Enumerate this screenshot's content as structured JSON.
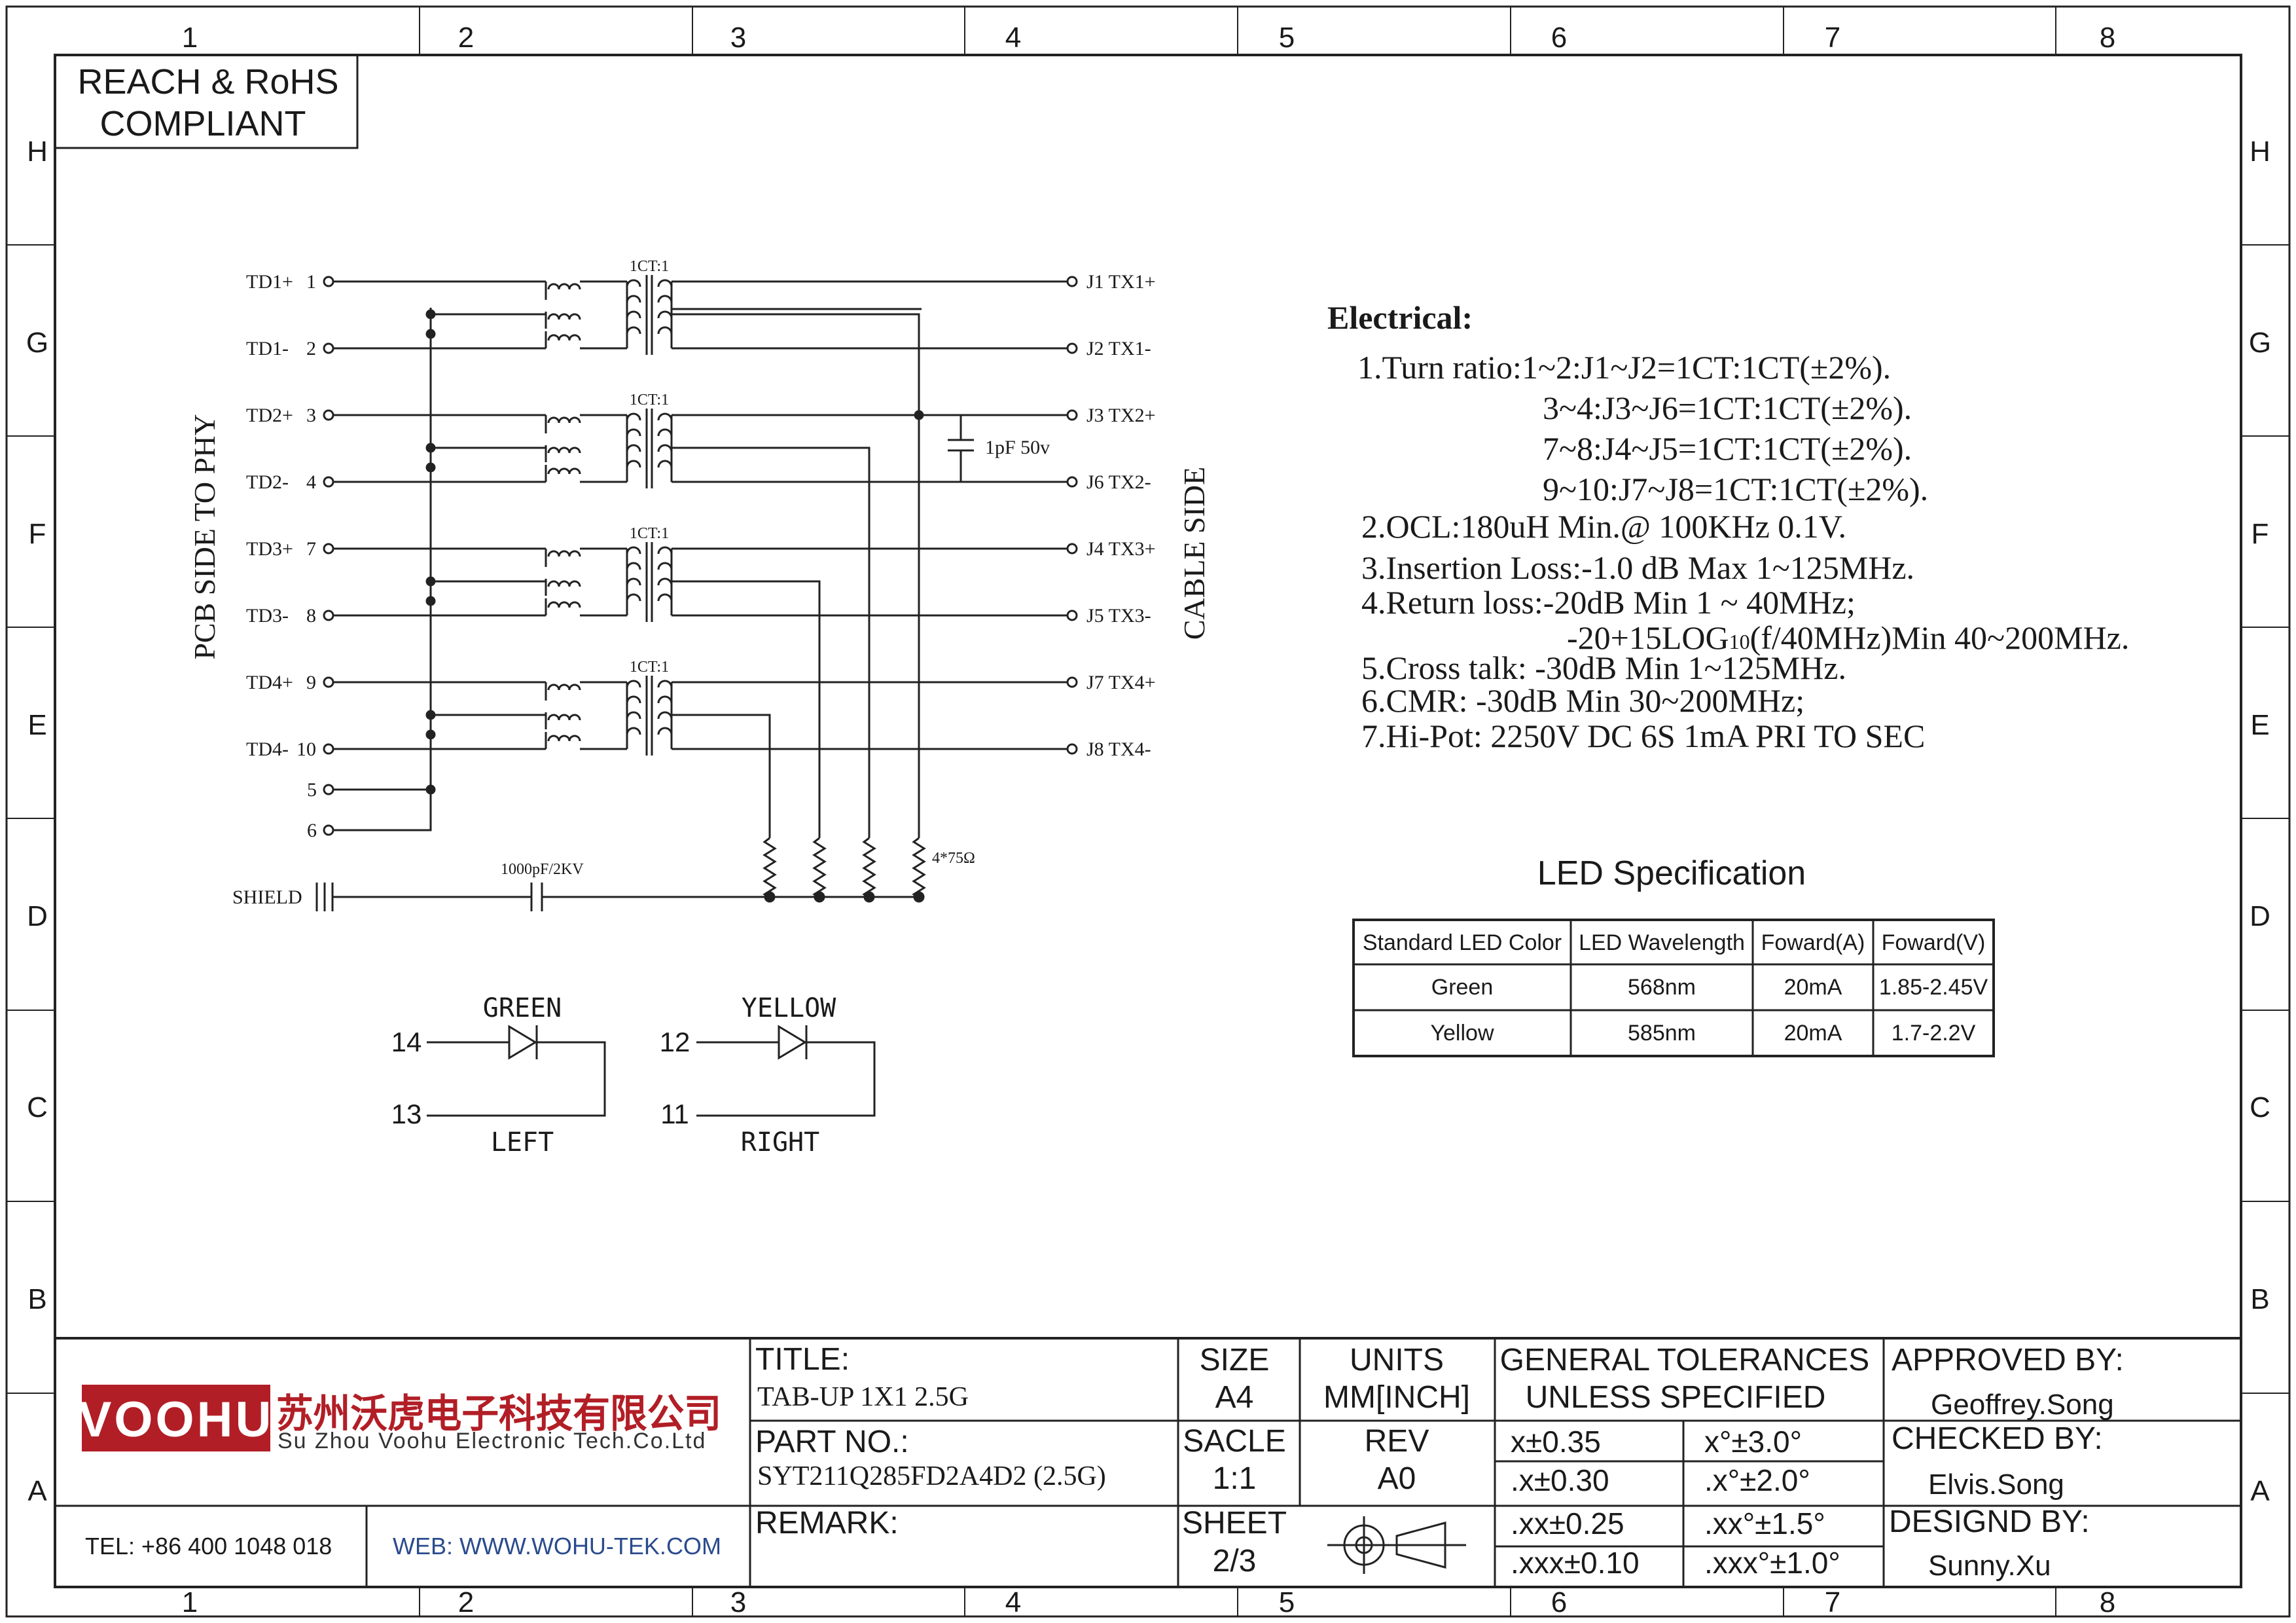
{
  "grid": {
    "cols": [
      "1",
      "2",
      "3",
      "4",
      "5",
      "6",
      "7",
      "8"
    ],
    "rows": [
      "H",
      "G",
      "F",
      "E",
      "D",
      "C",
      "B",
      "A"
    ]
  },
  "compliance": {
    "line1": "REACH & RoHS",
    "line2": "COMPLIANT"
  },
  "schematic": {
    "side_left": "PCB SIDE TO PHY",
    "side_right": "CABLE SIDE",
    "left_pins": [
      {
        "name": "TD1+",
        "num": "1"
      },
      {
        "name": "TD1-",
        "num": "2"
      },
      {
        "name": "TD2+",
        "num": "3"
      },
      {
        "name": "TD2-",
        "num": "4"
      },
      {
        "name": "TD3+",
        "num": "7"
      },
      {
        "name": "TD3-",
        "num": "8"
      },
      {
        "name": "TD4+",
        "num": "9"
      },
      {
        "name": "TD4-",
        "num": "10"
      }
    ],
    "aux_pins": [
      "5",
      "6"
    ],
    "right_pins": [
      "J1  TX1+",
      "J2  TX1-",
      "J3  TX2+",
      "J6  TX2-",
      "J4  TX3+",
      "J5  TX3-",
      "J7  TX4+",
      "J8  TX4-"
    ],
    "ct_label": "1CT:1",
    "cap_label": "1pF  50v",
    "shield_label": "SHIELD",
    "shield_cap_label": "1000pF/2KV",
    "resistor_label": "4*75Ω"
  },
  "leds": [
    {
      "color": "GREEN",
      "pin_a": "14",
      "pin_b": "13",
      "side": "LEFT"
    },
    {
      "color": "YELLOW",
      "pin_a": "12",
      "pin_b": "11",
      "side": "RIGHT"
    }
  ],
  "electrical": {
    "title": "Electrical:",
    "lines": [
      "1.Turn ratio:1~2:J1~J2=1CT:1CT(±2%).",
      "3~4:J3~J6=1CT:1CT(±2%).",
      "7~8:J4~J5=1CT:1CT(±2%).",
      "9~10:J7~J8=1CT:1CT(±2%).",
      "2.OCL:180uH Min.@ 100KHz 0.1V.",
      "3.Insertion Loss:-1.0 dB Max 1~125MHz.",
      "4.Return loss:-20dB Min 1 ~ 40MHz;",
      "5.Cross talk:  -30dB Min 1~125MHz.",
      "6.CMR: -30dB Min 30~200MHz;",
      "7.Hi-Pot: 2250V DC  6S 1mA PRI TO SEC"
    ],
    "return_loss_2": {
      "pre": "-20+15LOG",
      "sub": "10",
      "post": "(f/40MHz)Min 40~200MHz."
    }
  },
  "led_spec": {
    "title": "LED Specification",
    "headers": [
      "Standard LED Color",
      "LED Wavelength",
      "Foward(A)",
      "Foward(V)"
    ],
    "rows": [
      [
        "Green",
        "568nm",
        "20mA",
        "1.85-2.45V"
      ],
      [
        "Yellow",
        "585nm",
        "20mA",
        "1.7-2.2V"
      ]
    ]
  },
  "title_block": {
    "brand": "VOOHU",
    "company_cn": "苏州沃虎电子科技有限公司",
    "company_en": "Su Zhou Voohu Electronic Tech.Co.Ltd",
    "tel": "TEL: +86 400 1048 018",
    "web": "WEB: WWW.WOHU-TEK.COM",
    "title_label": "TITLE:",
    "title_value": "TAB-UP 1X1 2.5G",
    "part_label": "PART NO.:",
    "part_value": "SYT211Q285FD2A4D2 (2.5G)",
    "remark_label": "REMARK:",
    "size_label": "SIZE",
    "size_value": "A4",
    "units_label": "UNITS",
    "units_value": "MM[INCH]",
    "scale_label": "SACLE",
    "scale_value": "1:1",
    "rev_label": "REV",
    "rev_value": "A0",
    "sheet_label": "SHEET",
    "sheet_value": "2/3",
    "tol_line1": "GENERAL TOLERANCES",
    "tol_line2": "UNLESS SPECIFIED",
    "tolerances": [
      [
        "x±0.35",
        "x°±3.0°"
      ],
      [
        ".x±0.30",
        ".x°±2.0°"
      ],
      [
        ".xx±0.25",
        ".xx°±1.5°"
      ],
      [
        ".xxx±0.10",
        ".xxx°±1.0°"
      ]
    ],
    "approved_label": "APPROVED BY:",
    "approved_value": "Geoffrey.Song",
    "checked_label": "CHECKED BY:",
    "checked_value": "Elvis.Song",
    "designed_label": "DESIGND BY:",
    "designed_value": "Sunny.Xu"
  }
}
